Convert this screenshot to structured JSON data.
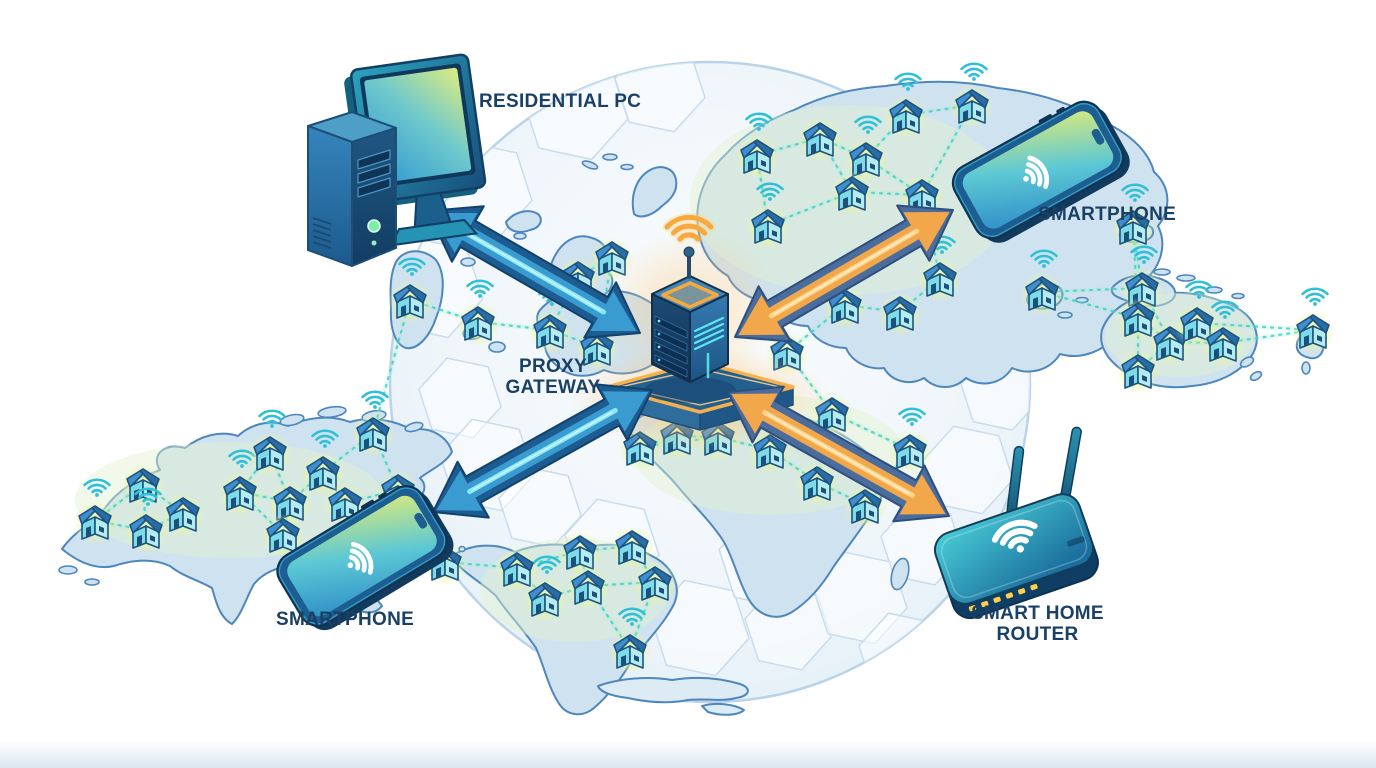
{
  "diagram": {
    "type": "isometric-network-illustration",
    "subject": "Residential proxy network routing through a central gateway",
    "gateway": {
      "id": "proxy-gateway",
      "label_line1": "PROXY",
      "label_line2": "GATEWAY",
      "icon": "server-tower-icon",
      "signal": "wifi-orange"
    },
    "endpoints": [
      {
        "id": "residential-pc",
        "label": "RESIDENTIAL PC",
        "position": "top-left",
        "icon": "desktop-pc-icon",
        "arrow": "blue"
      },
      {
        "id": "smartphone-top-right",
        "label": "SMARTPHONE",
        "position": "top-right",
        "icon": "smartphone-icon",
        "arrow": "orange"
      },
      {
        "id": "smartphone-bottom-left",
        "label": "SMARTPHONE",
        "position": "bottom-left",
        "icon": "smartphone-icon",
        "arrow": "blue"
      },
      {
        "id": "smart-home-router",
        "label_line1": "SMART HOME",
        "label_line2": "ROUTER",
        "position": "bottom-right",
        "icon": "wifi-router-icon",
        "arrow": "orange"
      }
    ],
    "connections": [
      {
        "from": "proxy-gateway",
        "to": "residential-pc",
        "style": "double-headed-arrow",
        "color_name": "blue"
      },
      {
        "from": "proxy-gateway",
        "to": "smartphone-top-right",
        "style": "double-headed-arrow",
        "color_name": "orange"
      },
      {
        "from": "proxy-gateway",
        "to": "smartphone-bottom-left",
        "style": "double-headed-arrow",
        "color_name": "blue"
      },
      {
        "from": "proxy-gateway",
        "to": "smart-home-router",
        "style": "double-headed-arrow",
        "color_name": "orange"
      }
    ],
    "background": {
      "scene": "world map with mesh network of smart homes",
      "globe_pattern": "hexagon mesh sphere",
      "house_count": 55,
      "house_icon": "smart-home-icon",
      "signal_icon": "wifi-signal-icon"
    }
  },
  "colors": {
    "label_text": "#1b4066",
    "arrow_blue": "#3a9bd0",
    "arrow_blue_dark": "#1d5c90",
    "arrow_blue_core": "#8feef8",
    "arrow_orange": "#f2a74a",
    "arrow_orange_dark": "#4a6d9d",
    "arrow_orange_core": "#ffd98f",
    "map_fill": "#cfe2ef",
    "map_outline": "#4e87bb",
    "globe_line": "#b9d4e8",
    "mesh_line": "#3fd2c6",
    "house_glow": "#e8f79d",
    "wifi_teal": "#2fc0d8",
    "server_glow": "#ffbe62",
    "device_navy": "#1d5e92",
    "screen_green": "#d9ea7c",
    "screen_blue": "#2f97d2"
  }
}
